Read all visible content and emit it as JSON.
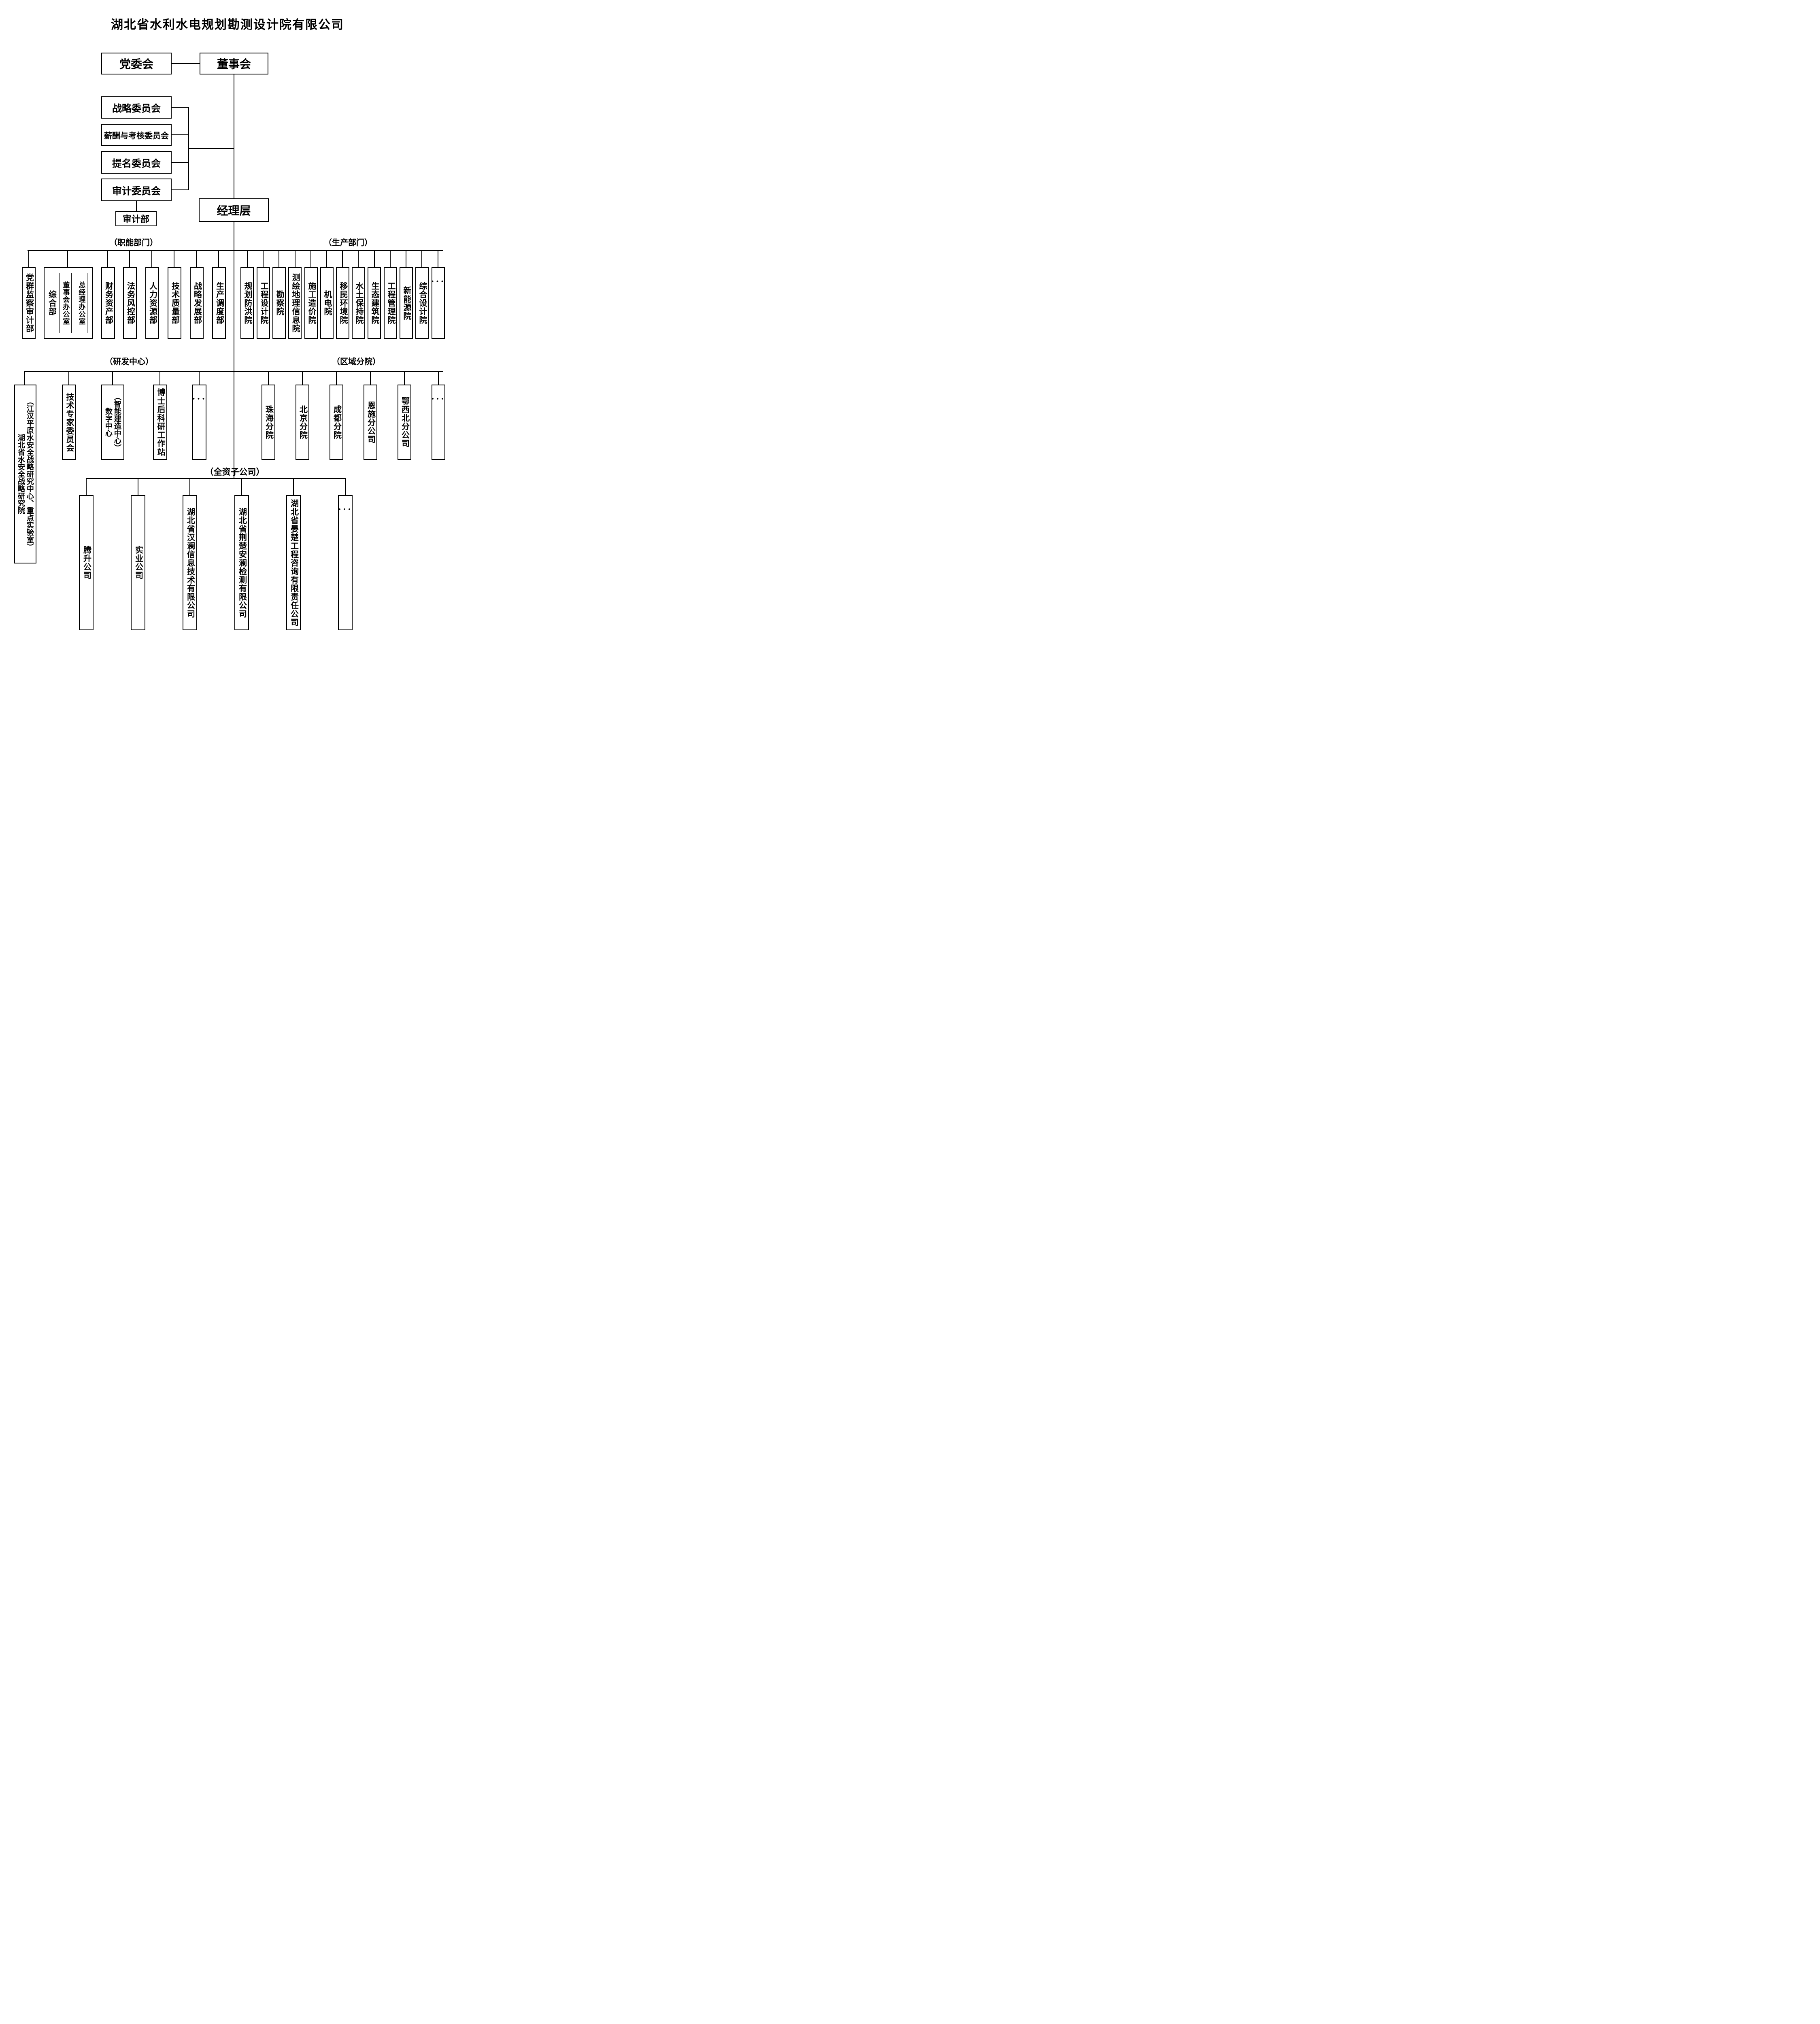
{
  "title": "湖北省水利水电规划勘测设计院有限公司",
  "governance": {
    "party_committee": "党委会",
    "board": "董事会",
    "management": "经理层",
    "committees": [
      "战略委员会",
      "薪酬与考核委员会",
      "提名委员会",
      "审计委员会"
    ],
    "audit_department": "审计部"
  },
  "functional": {
    "label": "（职能部门）",
    "items": [
      "党群监察审计部",
      "综合部",
      "财务资产部",
      "法务风控部",
      "人力资源部",
      "技术质量部",
      "战略发展部",
      "生产调度部"
    ],
    "general_office_subs": [
      "董事会办公室",
      "总经理办公室"
    ]
  },
  "production": {
    "label": "（生产部门）",
    "items": [
      "规划防洪院",
      "工程设计院",
      "勘察院",
      "测绘地理信息院",
      "施工造价院",
      "机电院",
      "移民环境院",
      "水土保持院",
      "生态建筑院",
      "工程管理院",
      "新能源院",
      "综合设计院"
    ],
    "ellipsis": "···"
  },
  "rnd": {
    "label": "（研发中心）",
    "water_strategy_institute": {
      "name": "湖北省水安全战略研究院",
      "subtitle": "（江汉平原水安全战略研究中心、重点实验室）"
    },
    "expert_committee": "技术专家委员会",
    "digital_center": {
      "name": "数字中心",
      "subtitle": "（智能建造中心）"
    },
    "postdoc_station": "博士后科研工作站",
    "ellipsis": "···"
  },
  "regional": {
    "label": "（区域分院）",
    "items": [
      "珠海分院",
      "北京分院",
      "成都分院",
      "恩施分公司",
      "鄂西北分公司"
    ],
    "ellipsis": "···"
  },
  "subsidiaries": {
    "label": "（全资子公司）",
    "items": [
      "腾升公司",
      "实业公司",
      "湖北省汉澜信息技术有限公司",
      "湖北省荆楚安澜检测有限公司",
      "湖北省晏楚工程咨询有限责任公司"
    ],
    "ellipsis": "···"
  }
}
